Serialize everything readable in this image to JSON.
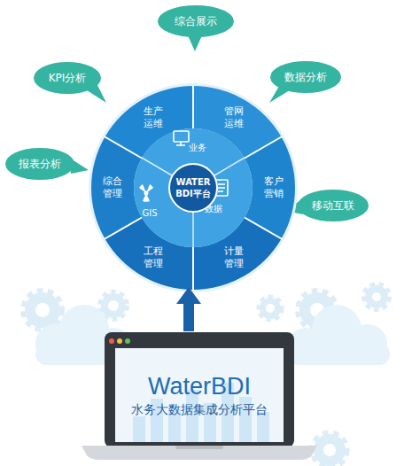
{
  "diagram": {
    "nodes": [
      {
        "text": [
          "综合展示"
        ]
      },
      {
        "text": [
          "KPI分析"
        ]
      },
      {
        "text": [
          "数据分析"
        ]
      },
      {
        "text": [
          "生产运维"
        ]
      },
      {
        "text": [
          "管网运维"
        ]
      },
      {
        "text": [
          "报表分析"
        ]
      },
      {
        "text": [
          "综合管理"
        ]
      },
      {
        "text": [
          "业务",
          "GIS",
          "数据"
        ]
      },
      {
        "text": [
          "WATER BDI平台"
        ],
        "in": 7
      },
      {
        "text": [
          "客户营销"
        ]
      },
      {
        "text": [
          "移动互联"
        ]
      },
      {
        "text": [
          "工程管理"
        ]
      },
      {
        "text": [
          "计量管理"
        ]
      },
      {
        "text": [
          "WaterBDI",
          "水务大数据集成分析平台"
        ]
      }
    ]
  }
}
